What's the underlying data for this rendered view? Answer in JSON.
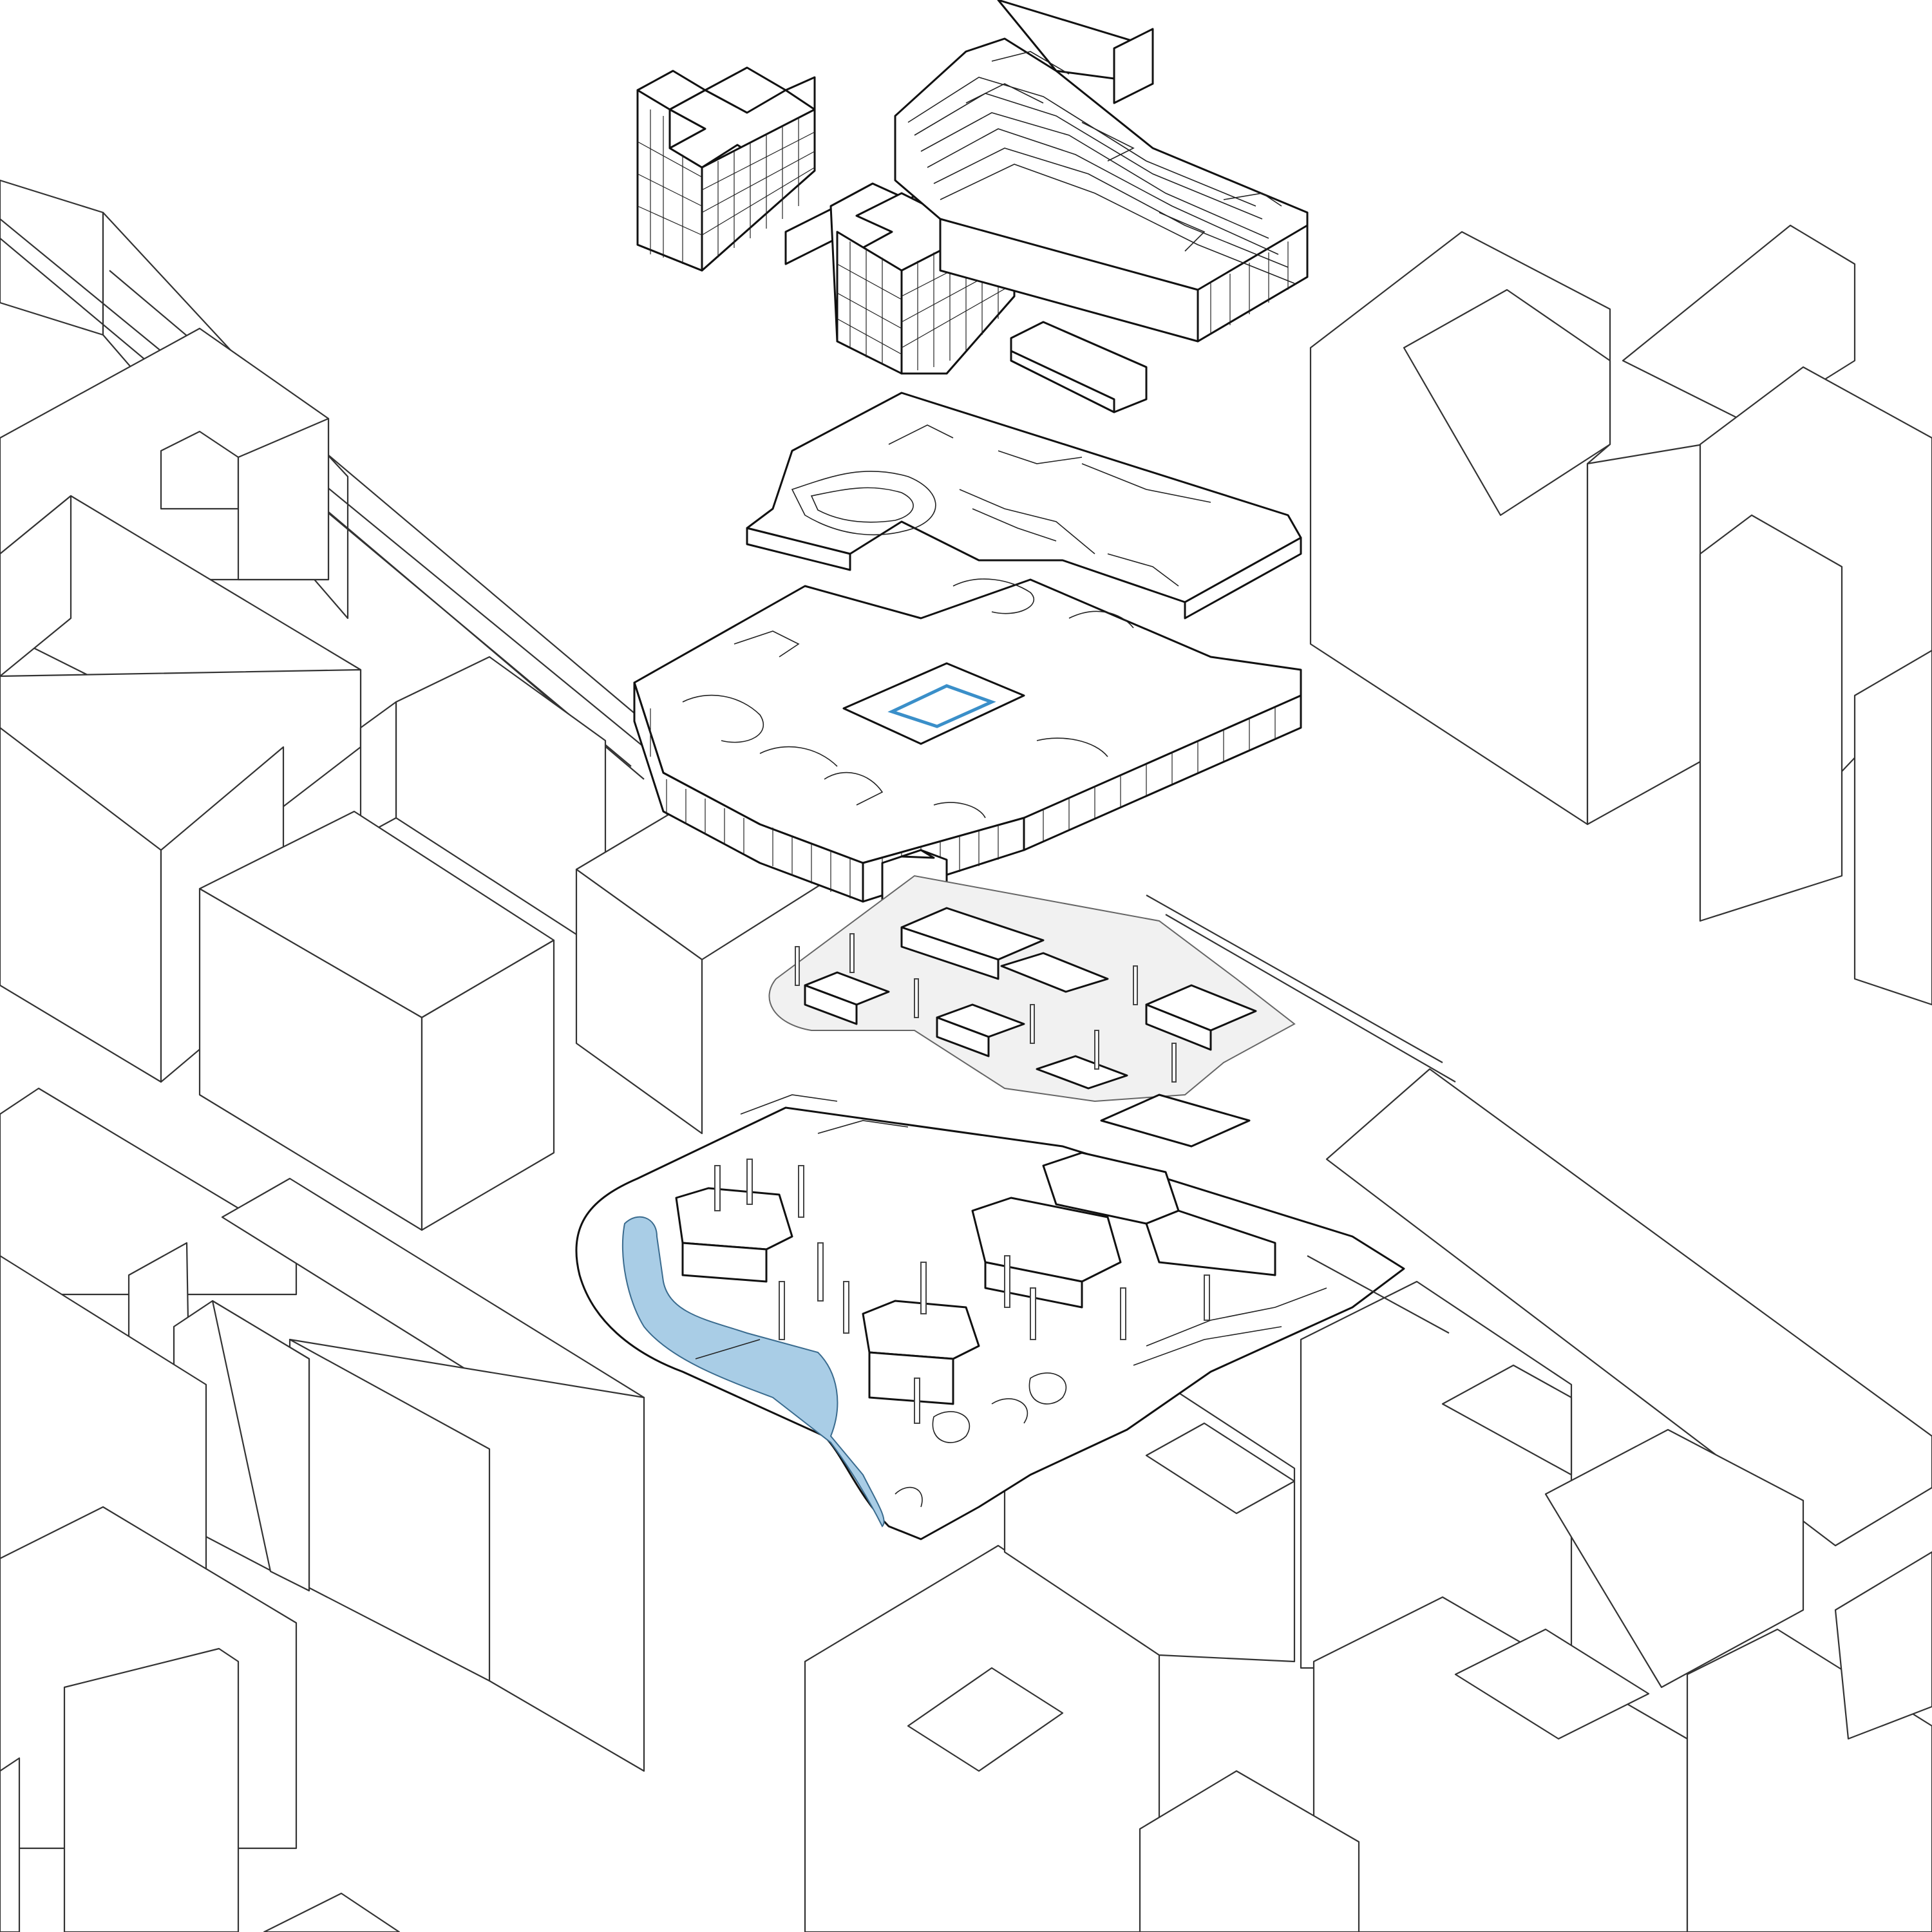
{
  "figure": {
    "type": "exploded-axonometric",
    "accent_colors": {
      "linework": "#111111",
      "context_linework": "#333333",
      "water": "#a9cde6",
      "pool_edge": "#3a8fc9",
      "background": "#ffffff"
    },
    "layers": [
      {
        "id": "towers",
        "label": ""
      },
      {
        "id": "podium-roof",
        "label": ""
      },
      {
        "id": "podium-levels",
        "label": ""
      },
      {
        "id": "market-deck",
        "label": ""
      },
      {
        "id": "ground-plaza",
        "label": ""
      }
    ],
    "texts": []
  }
}
